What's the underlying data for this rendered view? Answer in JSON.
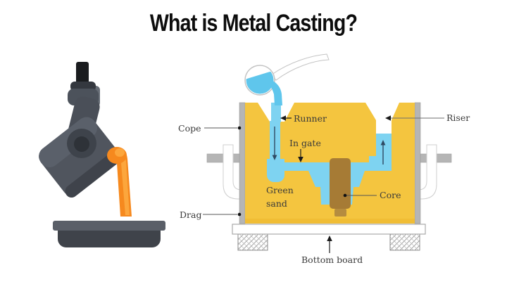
{
  "title": "What is Metal Casting?",
  "diagram": {
    "labels": {
      "cope": "Cope",
      "drag": "Drag",
      "runner": "Runner",
      "in_gate": "In gate",
      "green_sand": "Green sand",
      "core": "Core",
      "riser": "Riser",
      "bottom_board": "Bottom board"
    },
    "colors": {
      "sand": "#F4C53F",
      "sand_edge": "#EDB82F",
      "liquid": "#7ED3F1",
      "liquid_deep": "#5FC6EC",
      "core": "#A67B35",
      "core_print": "#B58C3F",
      "flask": "#B5B5B5",
      "molten_metal": "#F6891E",
      "molten_highlight": "#FCA63C",
      "label_text": "#3A3A3A"
    }
  }
}
